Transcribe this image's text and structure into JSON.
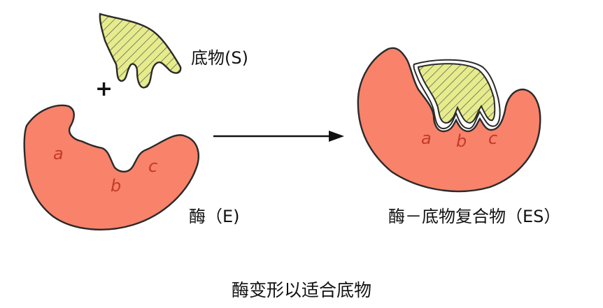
{
  "labels": {
    "substrate": "底物(S)",
    "enzyme": "酶（E)",
    "complex": "酶－底物复合物（ES）",
    "caption": "酶变形以适合底物",
    "plus": "+"
  },
  "sites": {
    "free_enzyme": [
      "a",
      "b",
      "c"
    ],
    "complex": [
      "a",
      "b",
      "c"
    ]
  },
  "colors": {
    "enzyme_fill": "#f8826a",
    "substrate_fill": "#e6ec8c",
    "outline": "#2a2a2a",
    "site_text": "#c43a2a"
  }
}
